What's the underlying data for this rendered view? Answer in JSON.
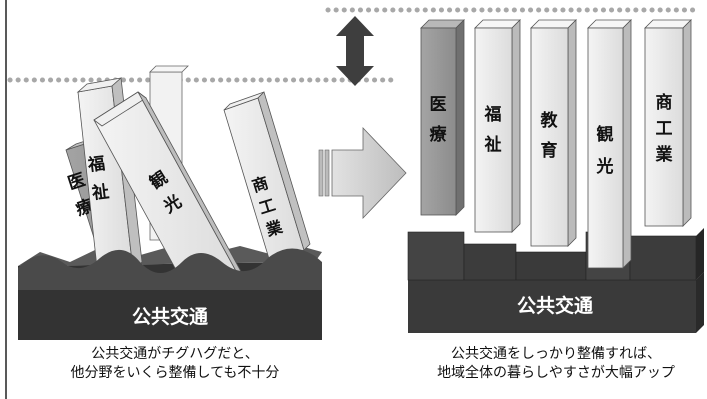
{
  "left_panel": {
    "pillars": [
      "医療",
      "福祉",
      "観光",
      "商工業"
    ],
    "base_label": "公共交通",
    "caption_line1": "公共交通がチグハグだと、",
    "caption_line2": "他分野をいくら整備しても不十分"
  },
  "right_panel": {
    "pillars": [
      "医療",
      "福祉",
      "教育",
      "観光",
      "商工業"
    ],
    "base_label": "公共交通",
    "caption_line1": "公共交通をしっかり整備すれば、",
    "caption_line2": "地域全体の暮らしやすさが大幅アップ"
  },
  "colors": {
    "base_dark": "#3a3a3a",
    "base_mid": "#555555",
    "pillar_gray": "#9a9a9a",
    "pillar_light": "#ececec",
    "arrow_fill": "#c8c8c8",
    "dotted_line": "#a8a8a8"
  }
}
